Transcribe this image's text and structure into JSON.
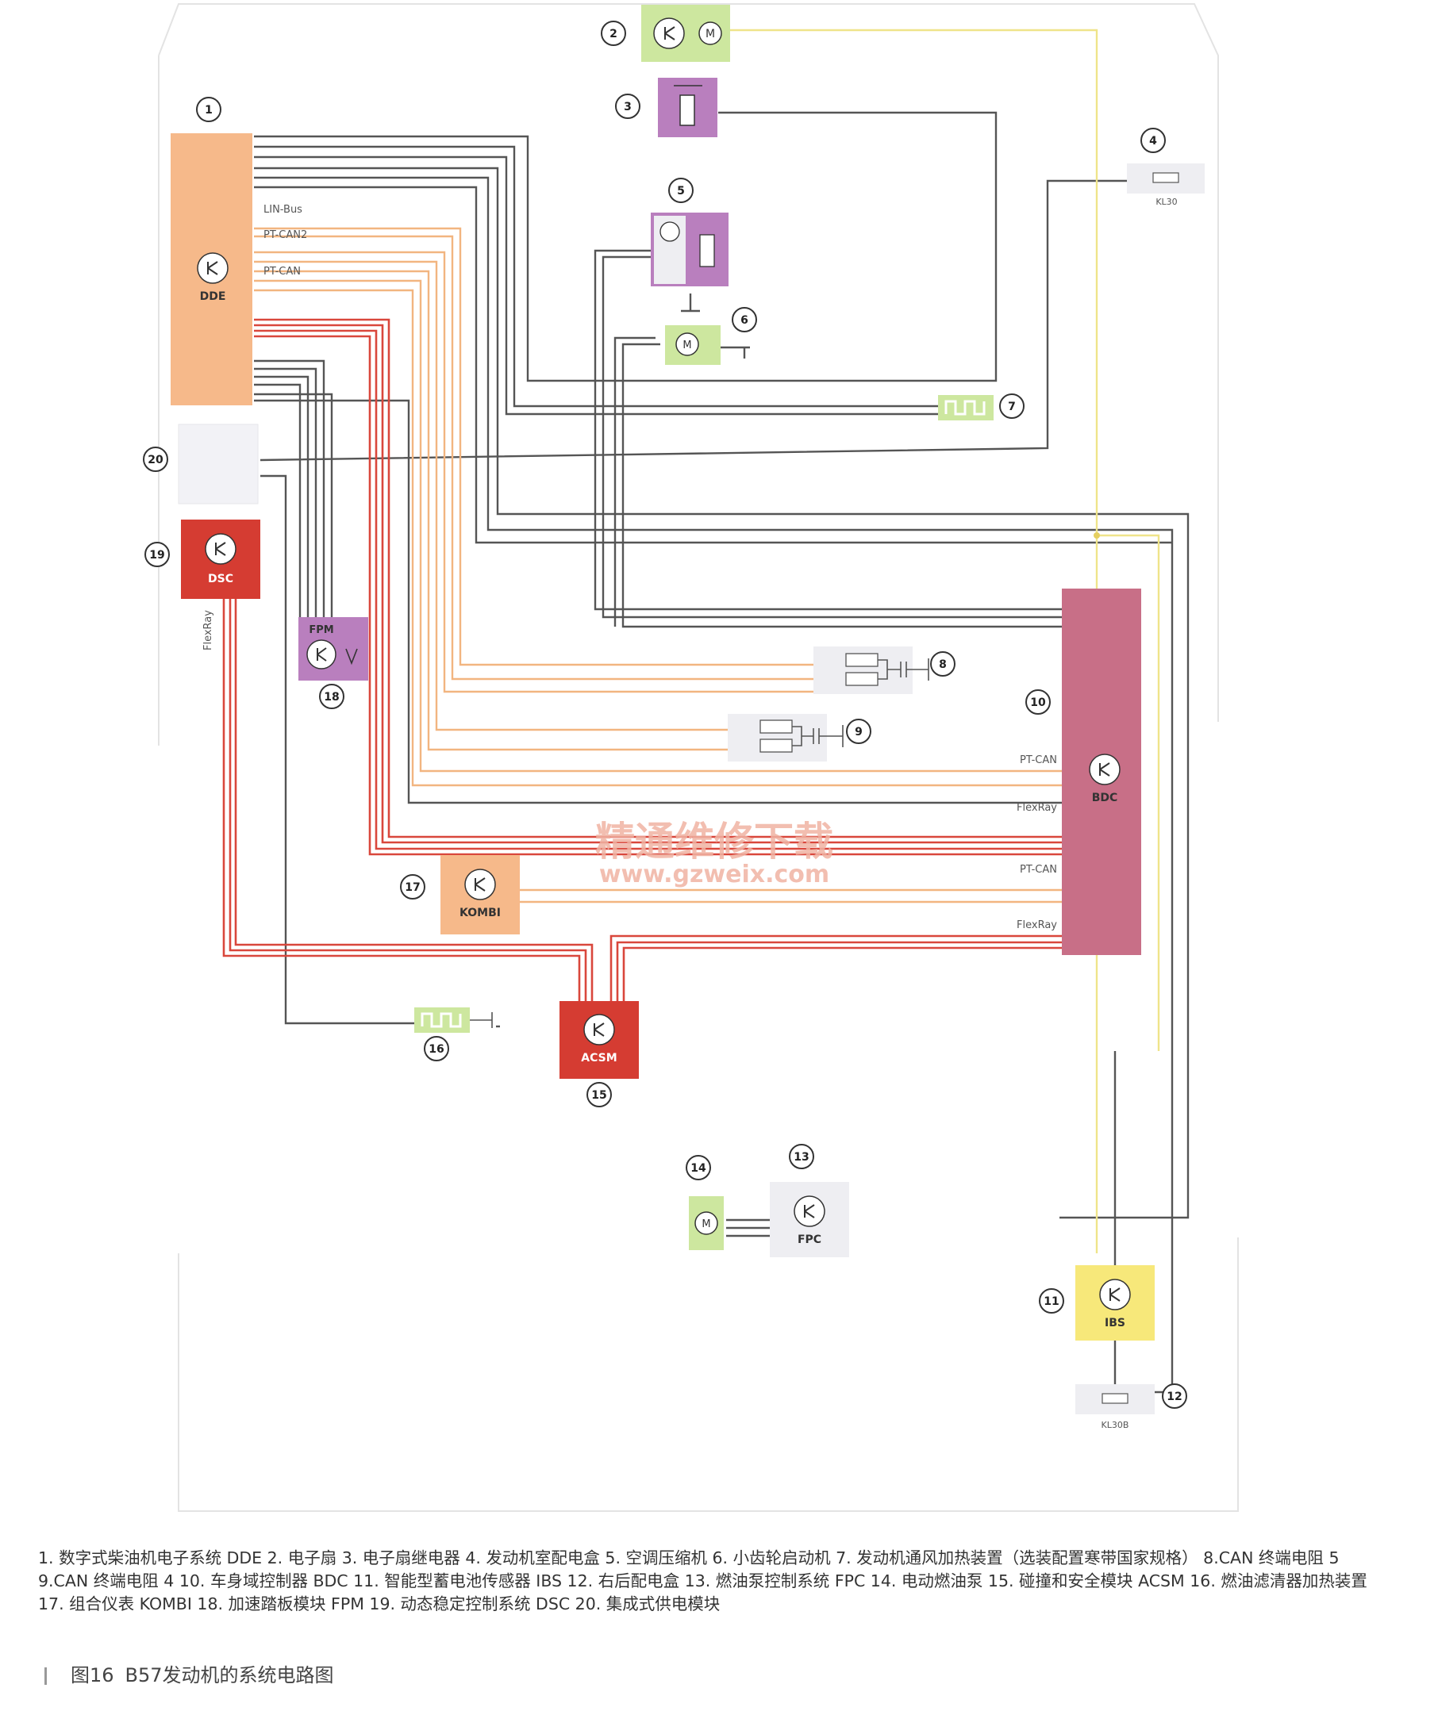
{
  "colors": {
    "dde": "#f6b98a",
    "relay_purple": "#b97fbe",
    "green_comp": "#cde79f",
    "yellow": "#f7e87a",
    "dsc_red": "#d53c32",
    "bdc": "#c86f87",
    "fpc": "#eeeef2",
    "wire_black": "#555555",
    "wire_orange": "#f2b580",
    "wire_red": "#d9473c",
    "wire_yellow": "#efe48a",
    "watermark": "#f0b3a3"
  },
  "modules": {
    "dde": "DDE",
    "dsc": "DSC",
    "fpm": "FPM",
    "bdc": "BDC",
    "kombi": "KOMBI",
    "acsm": "ACSM",
    "fpc": "FPC",
    "ibs": "IBS"
  },
  "callouts": [
    "1",
    "2",
    "3",
    "4",
    "5",
    "6",
    "7",
    "8",
    "9",
    "10",
    "11",
    "12",
    "13",
    "14",
    "15",
    "16",
    "17",
    "18",
    "19",
    "20"
  ],
  "wire_labels": {
    "lin_bus": "LIN-Bus",
    "pt_can2": "PT-CAN2",
    "pt_can": "PT-CAN",
    "flexray": "FlexRay",
    "kl30": "KL30",
    "kl30b": "KL30B"
  },
  "watermark": {
    "title": "精通维修下载",
    "url": "www.gzweix.com"
  },
  "caption": {
    "line1": "1. 数字式柴油机电子系统 DDE  2. 电子扇  3. 电子扇继电器  4. 发动机室配电盒  5. 空调压缩机  6. 小齿轮启动机  7. 发动机通风加热装置（选装配置寒带国家规格） 8.CAN 终端电阻 5",
    "line2": "9.CAN 终端电阻 4  10. 车身域控制器 BDC  11. 智能型蓄电池传感器 IBS  12. 右后配电盒  13. 燃油泵控制系统 FPC  14. 电动燃油泵  15. 碰撞和安全模块 ACSM  16. 燃油滤清器加热装置",
    "line3": "17. 组合仪表 KOMBI  18. 加速踏板模块 FPM  19. 动态稳定控制系统 DSC  20. 集成式供电模块"
  },
  "figure": {
    "number": "图16",
    "title": "B57发动机的系统电路图"
  }
}
